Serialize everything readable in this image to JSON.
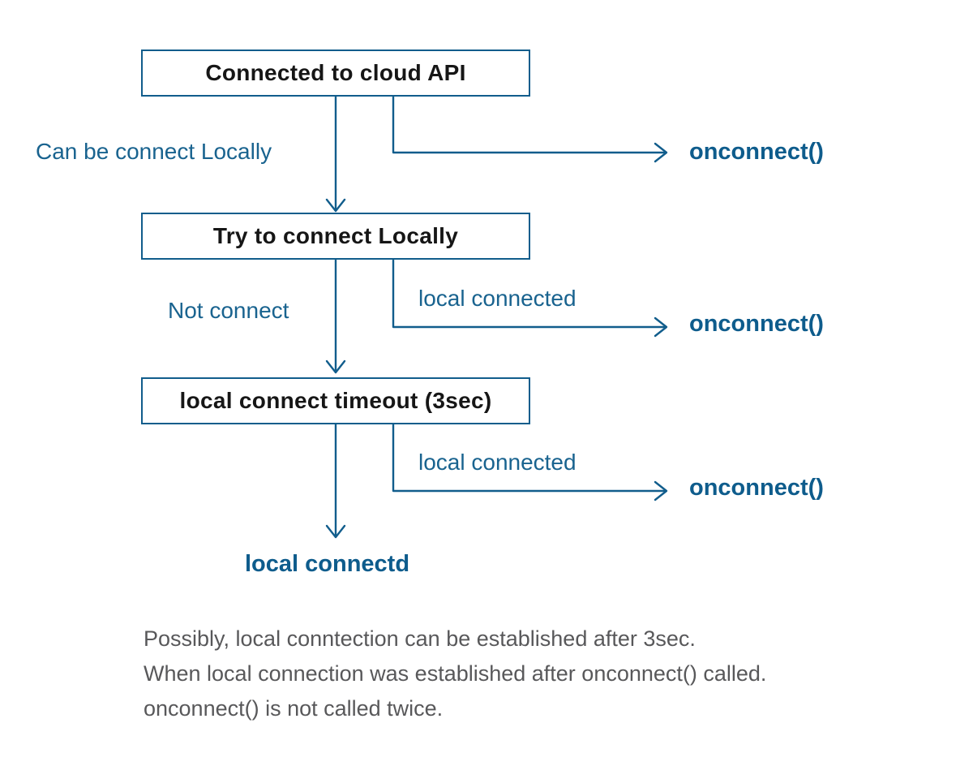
{
  "diagram": {
    "nodes": [
      {
        "id": "connected-cloud-api",
        "label": "Connected to cloud API"
      },
      {
        "id": "try-connect-locally",
        "label": "Try to connect Locally"
      },
      {
        "id": "local-connect-timeout",
        "label": "local connect timeout (3sec)"
      }
    ],
    "edge_labels": [
      {
        "id": "can-be-connect-locally",
        "text": "Can be connect Locally"
      },
      {
        "id": "not-connect",
        "text": "Not connect"
      },
      {
        "id": "local-connected-try",
        "text": "local connected"
      },
      {
        "id": "local-connected-timeout",
        "text": "local connected"
      }
    ],
    "callback_labels": [
      {
        "id": "onconnect-from-cloud",
        "text": "onconnect()"
      },
      {
        "id": "onconnect-from-try",
        "text": "onconnect()"
      },
      {
        "id": "onconnect-from-timeout",
        "text": "onconnect()"
      }
    ],
    "terminal_label": "local connectd",
    "note": {
      "lines": [
        "Possibly, local conntection can be established after 3sec.",
        "When local connection was established after onconnect() called.",
        "onconnect() is not called twice."
      ]
    },
    "colors": {
      "line_blue": "#115d8c",
      "edge_label_blue": "#19638f",
      "bold_blue": "#0e5c8c",
      "box_border_blue": "#115d8c",
      "box_text": "#161616",
      "note_gray": "#58585a",
      "background": "#ffffff"
    }
  }
}
